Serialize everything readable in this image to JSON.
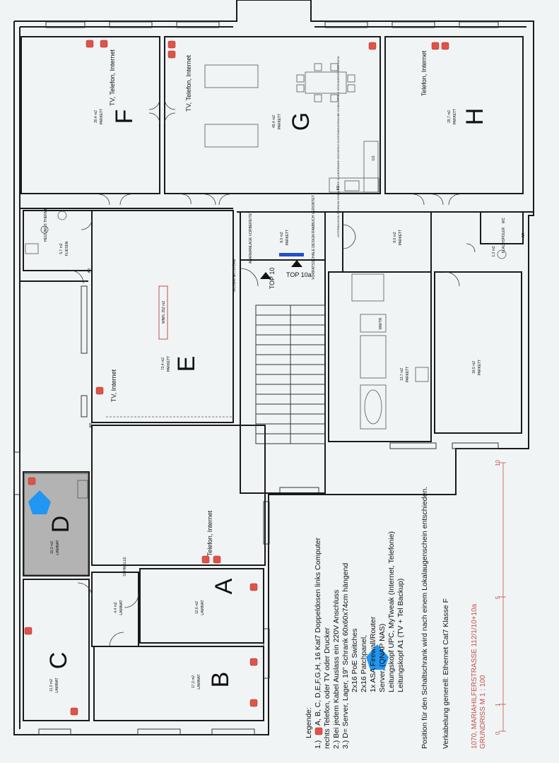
{
  "rooms": {
    "A": {
      "letter": "A",
      "area": "12,6 m2",
      "floor": "LAMINAT"
    },
    "B": {
      "letter": "B",
      "area": "17,3 m2",
      "floor": "LAMINAT"
    },
    "C": {
      "letter": "C",
      "area": "11,0 m2",
      "floor": "LAMINAT"
    },
    "D": {
      "letter": "D",
      "area": "10,3 m2",
      "floor": "LAMINAT"
    },
    "E": {
      "letter": "E",
      "area": "73,4 m2",
      "floor": "PARKETT"
    },
    "F": {
      "letter": "F",
      "area": "30,4 m2",
      "floor": "PARKETT"
    },
    "G": {
      "letter": "G",
      "area": "49,4 m2",
      "floor": "PARKETT"
    },
    "H": {
      "letter": "H",
      "area": "29,7 m2",
      "floor": "PARKETT"
    },
    "flur": {
      "area": "4,4 m2",
      "floor": "LAMINAT"
    },
    "bad": {
      "area": "5,7 m2",
      "floor": "FLIESEN"
    },
    "vorraum": {
      "area": "8,0 m2",
      "floor": "PARKETT"
    },
    "gang": {
      "area": "8,0 m2",
      "floor": "PARKETT"
    },
    "kueche": {
      "area": "13,7 m2",
      "floor": "PARKETT"
    },
    "zimmer": {
      "area": "18,5 m2",
      "floor": "PARKETT"
    },
    "wc": {
      "area": "1,3 m2"
    }
  },
  "labels": {
    "tv_tel_int_f": "TV, Telefon, Internet",
    "tv_tel_int_g": "TV, Telefon, Internet",
    "tel_int_h": "Telefon, Internet",
    "tv_int_e": "TV, Internet",
    "tel_int_a": "Telefon, Internet",
    "wnfl": "WNFL 252 m2",
    "top10": "TOP 10",
    "top10a": "TOP 10a",
    "sicherheitstuere": "SICHERHEITSTÜRE",
    "alarmanlage": "ALARMANLAGE VORBEREITET",
    "vorratsschale": "VORRATSSCHALE DESIGN RAMBUCH VERORTET",
    "heizungs": "HEIZUNGS THERME",
    "schwelle": "SCHWELLE",
    "flachspueler": "FLACHSPÜLER",
    "wc": "WC",
    "ar1": "AR",
    "ar2": "AR",
    "ar3": "AR",
    "wm_tr": "WM/TR",
    "kitchen_note": "UNTERBAUKÜHLSCHRANK EINBAUHERD GLASKERAMIK KOCHFELD DUNSTABZUGSHAUBE EINBAUSPÜLE GESCHIRRSPÜLER 45CM",
    "gs": "GS",
    "ks": "KS"
  },
  "legend": {
    "title": "Legende:",
    "line1_prefix": "1.)",
    "line1_text": "A, B, C, D,E,F,G,H,  16 Kat7 Doppeldosen  links Computer",
    "line1b": "rechts Telefon, oder TV oder Drucker",
    "line2": "2.)  Bei jedem Kabel Auslass ein 220V Anschluss",
    "line3a": "3.)   D= Server, Lager,    19\" Schrank 60x60x74cm hängend",
    "line3b": "2x16 PoE Switches",
    "line3c": "2x16 Patchpanel,",
    "line3d": "1x ASA Firewall/Router",
    "line3e": "Server, (QNAP NAS)",
    "line3f": "Leitungskopf UPC, MyTweak (Internet, Telefonie)",
    "line3g": "Leitungskopf A1 (TV + Tel Backup)",
    "position": "Position für den Schaltschrank wird nach einem Lokalaugenschein entschieden.",
    "verkabelung": "Verkabelung generell: Ethernet Cat7 Klasse F"
  },
  "title_block": {
    "address": "1070, MARIAHILFERSTRASSE 112/1/10+10a",
    "grundriss": "GRUNDRISS   M  1 : 100"
  },
  "scale_ticks": [
    "0",
    "1",
    "5",
    "10"
  ],
  "colors": {
    "outlet": "#e05348",
    "server": "#2196f3",
    "scale": "#c0504d",
    "room_d": "#b3b3b3"
  }
}
